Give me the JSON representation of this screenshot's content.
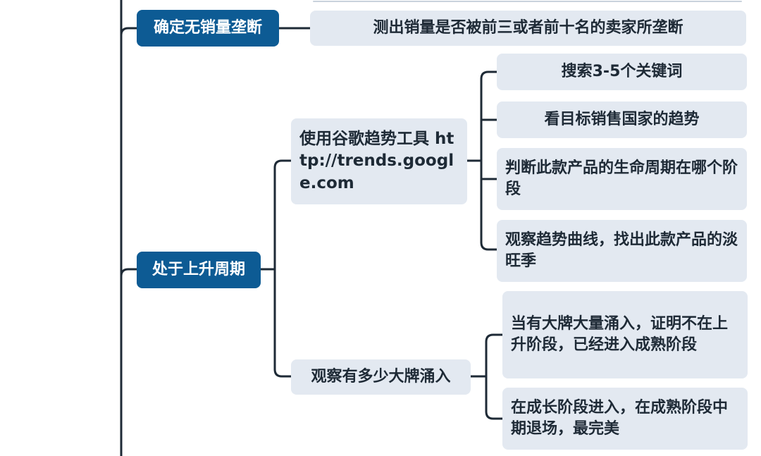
{
  "nodes": {
    "no_monopoly": "确定无销量垄断",
    "no_monopoly_detail": "测出销量是否被前三或者前十名的卖家所垄断",
    "rising_cycle": "处于上升周期",
    "google_trends": "使用谷歌趋势工具 http://trends.google.com",
    "keywords": "搜索3-5个关键词",
    "target_country": "看目标销售国家的趋势",
    "life_cycle": "判断此款产品的生命周期在哪个阶段",
    "seasonality": "观察趋势曲线，找出此款产品的淡旺季",
    "brands_entering": "观察有多少大牌涌入",
    "mature_stage": "当有大牌大量涌入，证明不在上升阶段，已经进入成熟阶段",
    "best_timing": "在成长阶段进入，在成熟阶段中期退场，最完美"
  },
  "colors": {
    "main_node": "#0d5b94",
    "sub_node": "#e3e9f1",
    "connector": "#1e2a36"
  }
}
